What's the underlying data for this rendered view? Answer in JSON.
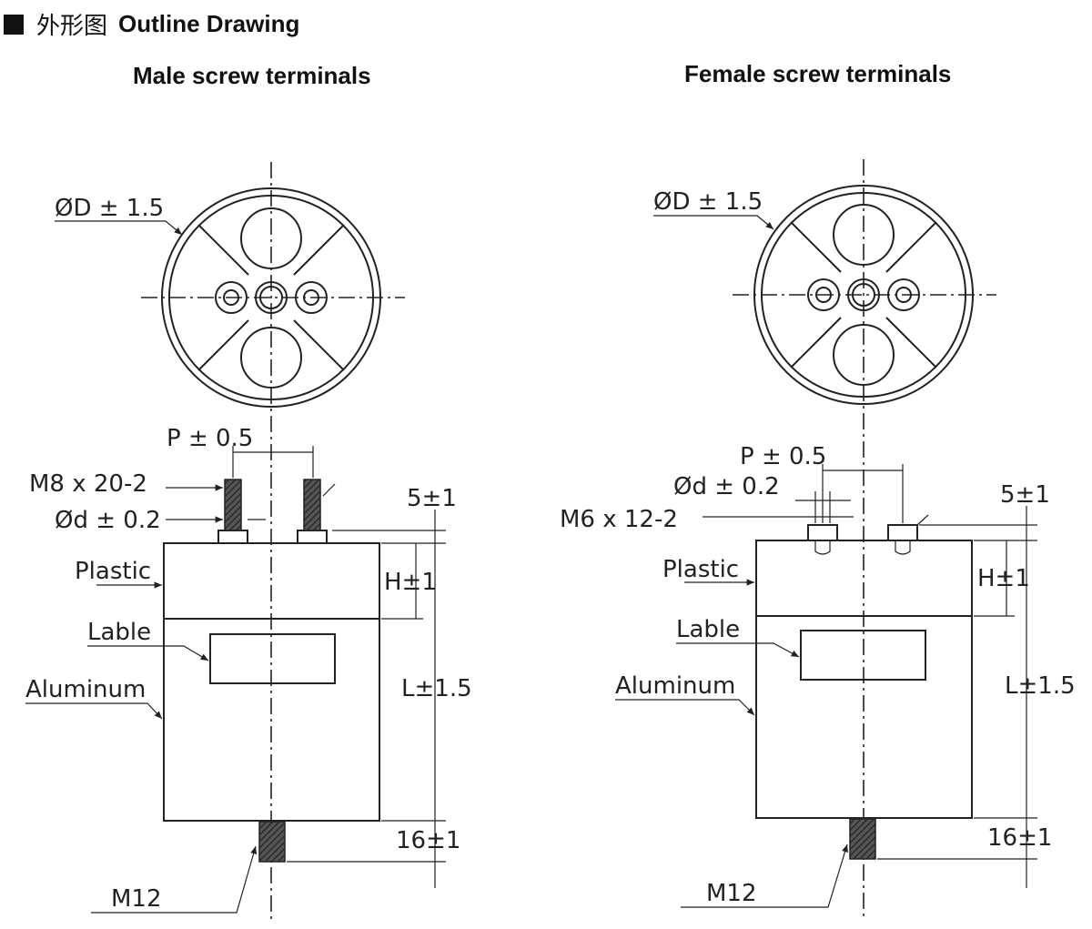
{
  "header": {
    "title_cn": "外形图",
    "title_en": "Outline Drawing"
  },
  "male": {
    "title": "Male screw terminals",
    "diameter_label": "ØD ± 1.5",
    "pitch_label": "P ± 0.5",
    "screw_label": "M8 x 20-2",
    "terminal_dia_label": "Ød ± 0.2",
    "plastic_label": "Plastic",
    "lable_label": "Lable",
    "aluminum_label": "Aluminum",
    "dim_top": "5±1",
    "dim_h": "H±1",
    "dim_l": "L±1.5",
    "dim_bottom": "16±1",
    "bottom_screw": "M12"
  },
  "female": {
    "title": "Female screw terminals",
    "diameter_label": "ØD ± 1.5",
    "pitch_label": "P ± 0.5",
    "terminal_dia_label": "Ød ± 0.2",
    "screw_label": "M6 x 12-2",
    "plastic_label": "Plastic",
    "lable_label": "Lable",
    "aluminum_label": "Aluminum",
    "dim_top": "5±1",
    "dim_h": "H±1",
    "dim_l": "L±1.5",
    "dim_bottom": "16±1",
    "bottom_screw": "M12"
  }
}
